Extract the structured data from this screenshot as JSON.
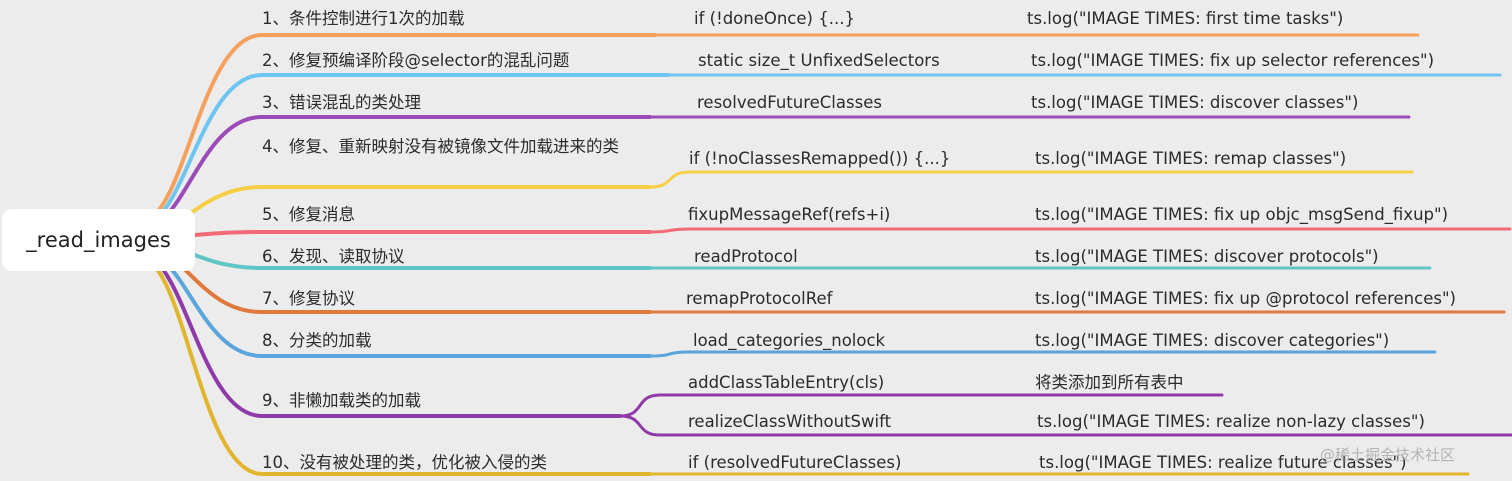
{
  "root": "_read_images",
  "branches": [
    {
      "step": "1、条件控制进行1次的加载",
      "code": "if (!doneOnce) {...}",
      "log": "ts.log(\"IMAGE TIMES: first time tasks\")",
      "color": "#f5a05c"
    },
    {
      "step": "2、修复预编译阶段@selector的混乱问题",
      "code": "static size_t UnfixedSelectors",
      "log": "ts.log(\"IMAGE TIMES: fix up selector references\")",
      "color": "#6ec5f2"
    },
    {
      "step": "3、错误混乱的类处理",
      "code": "resolvedFutureClasses",
      "log": "ts.log(\"IMAGE TIMES: discover classes\")",
      "color": "#9b4bb8"
    },
    {
      "step": "4、修复、重新映射没有被镜像文件加载进来的类",
      "code": "if (!noClassesRemapped()) {...}",
      "log": "ts.log(\"IMAGE TIMES: remap classes\")",
      "color": "#f7cf45"
    },
    {
      "step": "5、修复消息",
      "code": "fixupMessageRef(refs+i)",
      "log": "ts.log(\"IMAGE TIMES: fix up objc_msgSend_fixup\")",
      "color": "#f26a76"
    },
    {
      "step": "6、发现、读取协议",
      "code": "readProtocol",
      "log": "ts.log(\"IMAGE TIMES: discover protocols\")",
      "color": "#5fc6c6"
    },
    {
      "step": "7、修复协议",
      "code": "remapProtocolRef",
      "log": "ts.log(\"IMAGE TIMES: fix up @protocol references\")",
      "color": "#e07a3c"
    },
    {
      "step": "8、分类的加载",
      "code": "load_categories_nolock",
      "log": "ts.log(\"IMAGE TIMES: discover categories\")",
      "color": "#5aa5dc"
    },
    {
      "step": "9、非懒加载类的加载",
      "code": "addClassTableEntry(cls)",
      "log": "将类添加到所有表中",
      "code2": "realizeClassWithoutSwift",
      "log2": "ts.log(\"IMAGE TIMES: realize non-lazy classes\")",
      "color": "#8e3aa8"
    },
    {
      "step": "10、没有被处理的类，优化被入侵的类",
      "code": "if (resolvedFutureClasses)",
      "log": "ts.log(\"IMAGE TIMES: realize future classes\")",
      "color": "#e2b52e"
    }
  ],
  "watermark": "@稀土掘金技术社区"
}
